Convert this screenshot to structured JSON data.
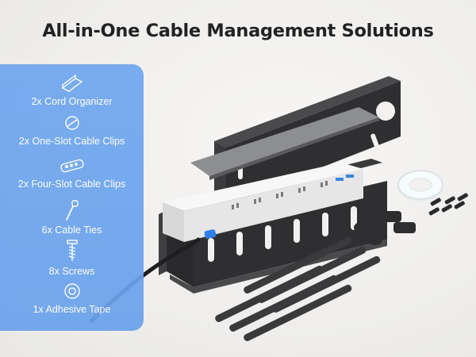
{
  "title": "All-in-One Cable Management Solutions",
  "colors": {
    "panel": "#6fa7ef",
    "text": "#ffffff",
    "title": "#222222",
    "tray": "#2f2f31"
  },
  "items": [
    {
      "icon": "cord-organizer-icon",
      "label": "2x Cord Organizer"
    },
    {
      "icon": "one-slot-clip-icon",
      "label": "2x One-Slot Cable Clips"
    },
    {
      "icon": "four-slot-clip-icon",
      "label": "2x Four-Slot Cable Clips"
    },
    {
      "icon": "cable-tie-icon",
      "label": "6x Cable Ties"
    },
    {
      "icon": "screw-icon",
      "label": "8x Screws"
    },
    {
      "icon": "adhesive-tape-icon",
      "label": "1x Adhesive Tape"
    }
  ]
}
